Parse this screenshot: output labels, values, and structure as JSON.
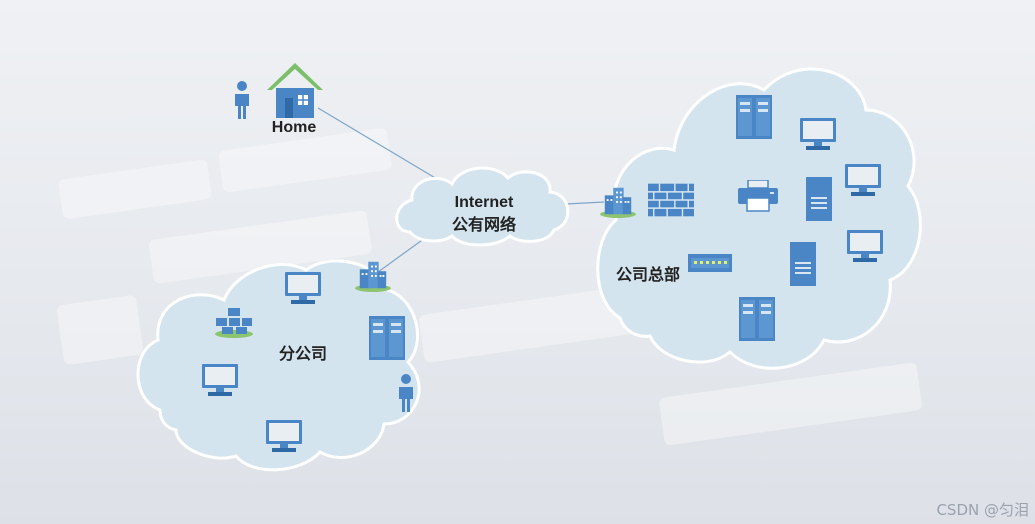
{
  "labels": {
    "home": "Home",
    "internet_line1": "Internet",
    "internet_line2": "公有网络",
    "headquarters": "公司总部",
    "branch": "分公司"
  },
  "icons": [
    "person-icon",
    "house-icon",
    "building-icon",
    "firewall-icon",
    "printer-icon",
    "server-rack-icon",
    "computer-icon",
    "tower-server-icon",
    "network-switch-icon"
  ],
  "colors": {
    "cloud": "#d3e4ef",
    "icon": "#4a86c5",
    "house_roof": "#7bbf6a",
    "line": "#7ea6c9"
  },
  "watermark": "CSDN @匀泪"
}
